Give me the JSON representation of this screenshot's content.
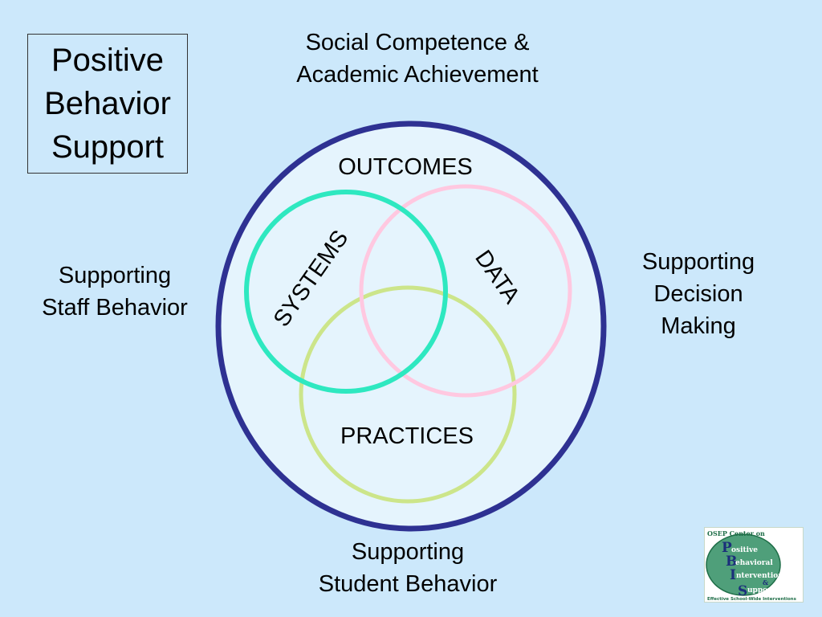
{
  "title": {
    "line1": "Positive",
    "line2": "Behavior",
    "line3": "Support"
  },
  "top_label": {
    "line1": "Social Competence &",
    "line2": "Academic Achievement"
  },
  "left_label": {
    "line1": "Supporting",
    "line2": "Staff Behavior"
  },
  "right_label": {
    "line1": "Supporting",
    "line2": "Decision",
    "line3": "Making"
  },
  "bottom_label": {
    "line1": "Supporting",
    "line2": "Student Behavior"
  },
  "diagram": {
    "outcomes": "OUTCOMES",
    "systems": "SYSTEMS",
    "data": "DATA",
    "practices": "PRACTICES"
  },
  "logo": {
    "header": "OSEP Center on",
    "p": "P",
    "b": "B",
    "i": "I",
    "s": "S",
    "word1": "ositive",
    "word2": "ehavioral",
    "word3": "ntervention",
    "amp": "&",
    "word4": "upport",
    "footer": "Effective School-Wide Interventions"
  },
  "colors": {
    "background": "#cce8fb",
    "outer_circle": "#2e3192",
    "systems_circle": "#2ee8c0",
    "data_circle": "#ffc8e0",
    "practices_circle": "#cce58a",
    "logo_green": "#1f7a4a"
  }
}
